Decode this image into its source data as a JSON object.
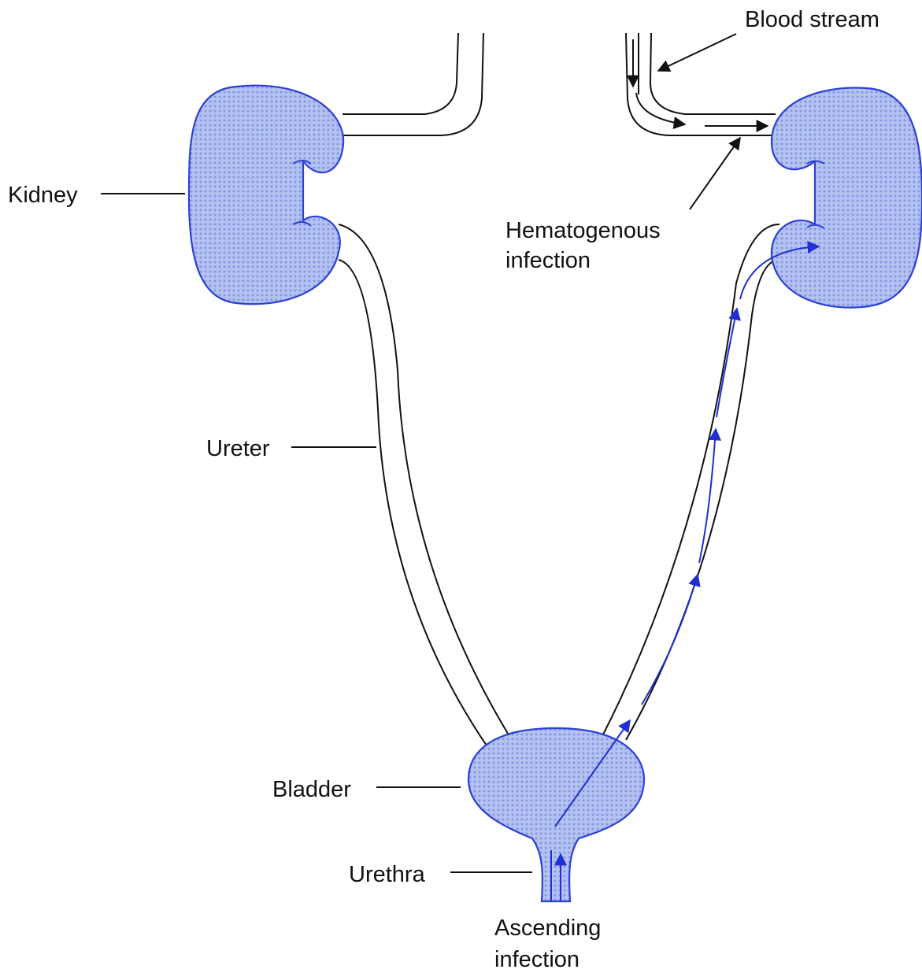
{
  "labels": {
    "blood_stream": "Blood stream",
    "kidney": "Kidney",
    "hematogenous_line1": "Hematogenous",
    "hematogenous_line2": "infection",
    "ureter": "Ureter",
    "bladder": "Bladder",
    "urethra": "Urethra",
    "ascending_line1": "Ascending",
    "ascending_line2": "infection"
  },
  "colors": {
    "organ_fill": "#a9b9f0",
    "organ_stroke": "#2b3fd6",
    "infection_arrow": "#1f2fd0",
    "line": "#111111"
  }
}
